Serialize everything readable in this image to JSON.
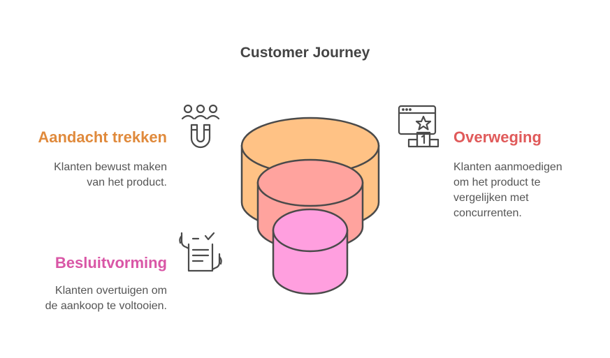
{
  "title": "Customer Journey",
  "colors": {
    "stage1": "#FFC285",
    "stage2": "#FFA39E",
    "stage3": "#FF9FDF",
    "outline": "#4A4A4A",
    "heading1": "#E08A3C",
    "heading2": "#E05A5A",
    "heading3": "#D956A6"
  },
  "stages": [
    {
      "heading": "Aandacht trekken",
      "description": "Klanten bewust maken\nvan het product.",
      "icon": "people-magnet-icon"
    },
    {
      "heading": "Overweging",
      "description": "Klanten aanmoedigen\nom het product te\nvergelijken met\nconcurrenten.",
      "icon": "browser-podium-star-icon"
    },
    {
      "heading": "Besluitvorming",
      "description": "Klanten overtuigen om\nde aankoop te voltooien.",
      "icon": "document-checklist-icon"
    }
  ]
}
